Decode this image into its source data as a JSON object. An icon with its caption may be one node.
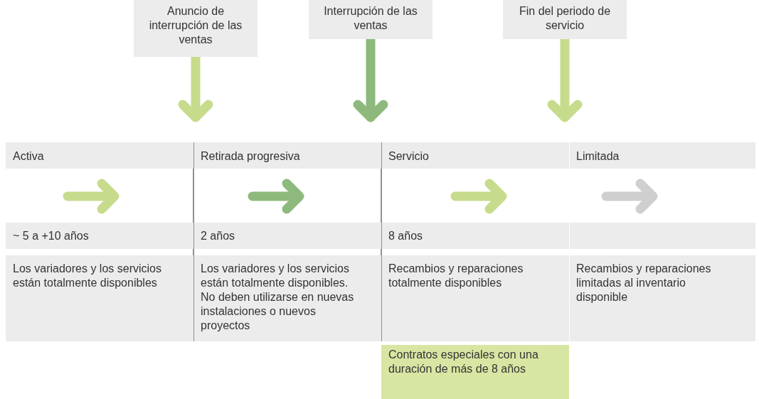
{
  "diagram": {
    "nodes": [
      {
        "text": [
          "Anuncio de interrupción de las ventas"
        ]
      },
      {
        "text": [
          "Interrupción de las ventas"
        ]
      },
      {
        "text": [
          "Fin del periodo de servicio"
        ]
      },
      {
        "text": [
          "Contratos especiales con una duración de más de 8 años"
        ]
      }
    ],
    "edges": [
      {
        "from": 0,
        "to": null,
        "arrow": "to"
      },
      {
        "from": 1,
        "to": null,
        "arrow": "to",
        "color": "#8dba7c"
      },
      {
        "from": 2,
        "to": null,
        "arrow": "to"
      }
    ],
    "labels": [
      "Activa",
      "Retirada progresiva",
      "Servicio",
      "Limitada",
      "~ 5 a +10 años",
      "2 años",
      "8 años",
      "Los variadores y los servicios están totalmente disponibles",
      "Los variadores y los servicios están totalmente disponibles. No deben utilizarse en nuevas instalaciones o nuevos proyectos",
      "Recambios y reparaciones totalmente disponibles",
      "Recambios y reparaciones limitadas al inventario disponible"
    ]
  }
}
